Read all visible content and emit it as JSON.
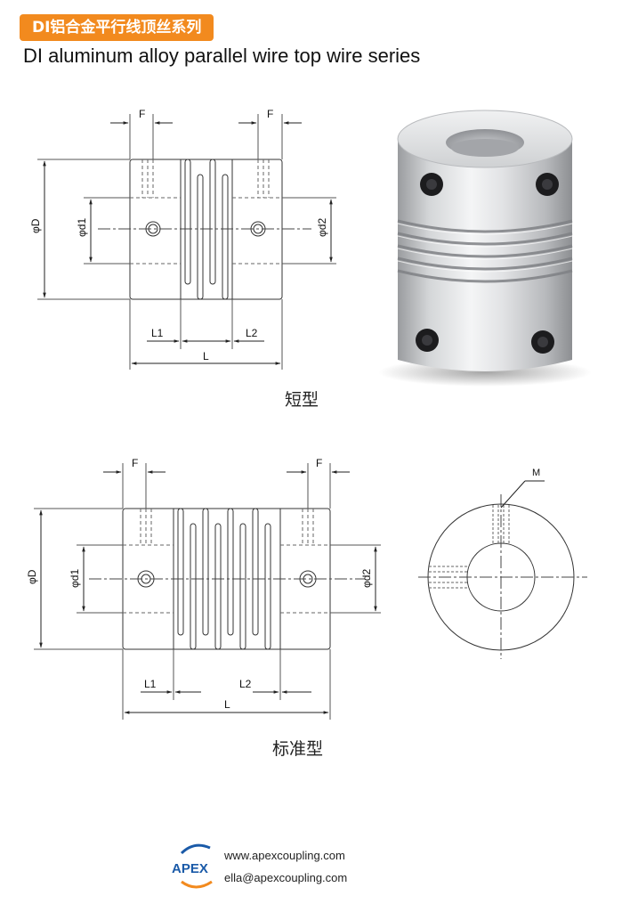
{
  "header": {
    "badge": "DI铝合金平行线顶丝系列",
    "subtitle": "DI aluminum alloy parallel wire top wire series"
  },
  "short_type": {
    "caption": "短型",
    "labels": {
      "f_left": "F",
      "f_right": "F",
      "phi_D": "φD",
      "phi_d1": "φd1",
      "phi_d2": "φd2",
      "l1": "L1",
      "l2": "L2",
      "l": "L"
    }
  },
  "standard_type": {
    "caption": "标准型",
    "labels": {
      "f_left": "F",
      "f_right": "F",
      "phi_D": "φD",
      "phi_d1": "φd1",
      "phi_d2": "φd2",
      "l1": "L1",
      "l2": "L2",
      "l": "L"
    }
  },
  "end_view": {
    "label_m": "M"
  },
  "footer": {
    "logo_text": "APEX",
    "website": "www.apexcoupling.com",
    "email": "ella@apexcoupling.com"
  },
  "colors": {
    "accent": "#f28a1e",
    "brand": "#1a5aa8"
  }
}
